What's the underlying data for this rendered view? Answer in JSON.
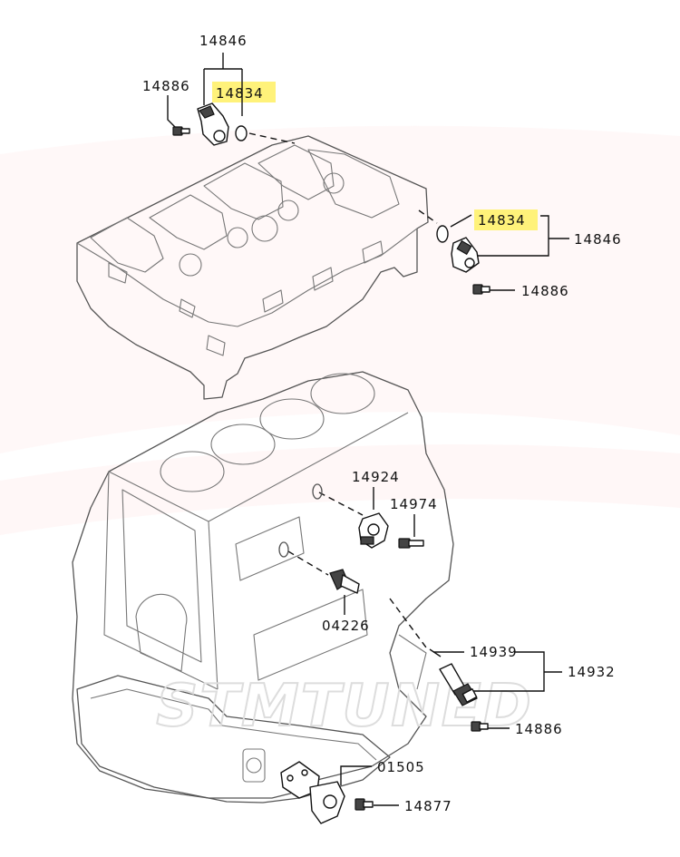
{
  "watermark": {
    "text": "STMTUNED",
    "color": "#d9d9d9"
  },
  "colors": {
    "highlight": "#fff27a",
    "line": "#555555",
    "label": "#111111",
    "watermark_swoosh": "#ffe8e8"
  },
  "callouts": {
    "top_sensor_assembly": "14846",
    "top_bolt": "14886",
    "top_oring": "14834",
    "right_oring": "14834",
    "right_sensor_assembly": "14846",
    "right_bolt": "14886",
    "knock_sensor": "14924",
    "knock_bolt": "14974",
    "oil_pressure_switch": "04226",
    "crank_oring": "14939",
    "crank_sensor_assembly": "14932",
    "crank_bolt": "14886",
    "thermostat_housing": "01505",
    "housing_bolt": "14877"
  }
}
